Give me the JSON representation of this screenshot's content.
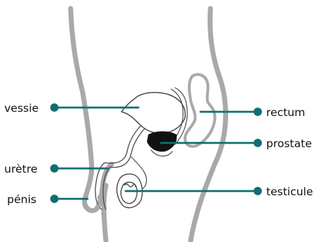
{
  "labels": {
    "left": [
      {
        "id": "vessie",
        "text": "vessie"
      },
      {
        "id": "uretre",
        "text": "urètre"
      },
      {
        "id": "penis",
        "text": "pénis"
      }
    ],
    "right": [
      {
        "id": "rectum",
        "text": "rectum"
      },
      {
        "id": "prostate",
        "text": "prostate"
      },
      {
        "id": "testicule",
        "text": "testicule"
      }
    ]
  },
  "colors": {
    "leader": "#0e6f72",
    "body_outline": "#a9a9a9",
    "organ_outline": "#4a4a4a",
    "prostate_fill": "#111111",
    "text": "#111111"
  }
}
